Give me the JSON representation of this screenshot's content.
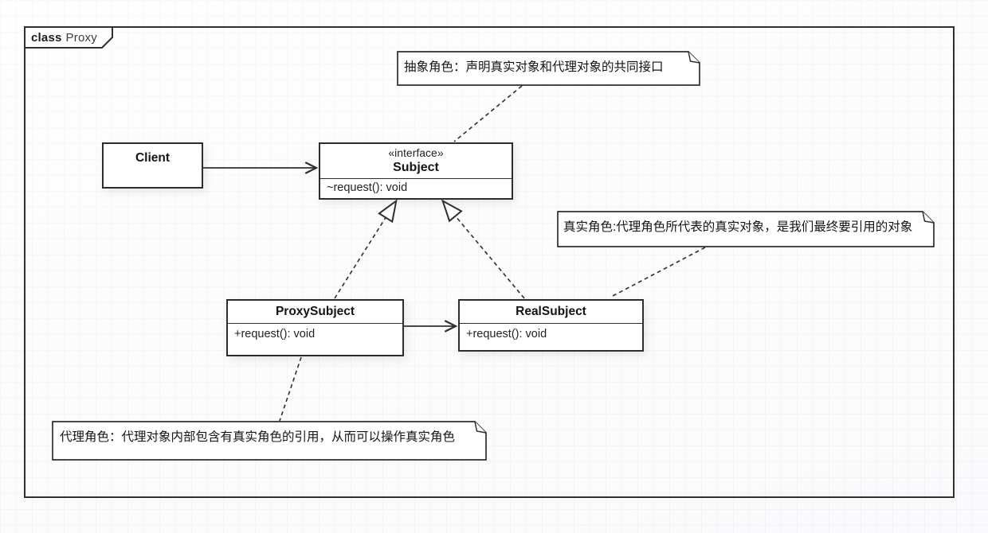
{
  "diagram": {
    "frame_label": {
      "keyword": "class",
      "name": "Proxy"
    }
  },
  "classes": {
    "client": {
      "name": "Client",
      "methods": []
    },
    "subject": {
      "stereotype": "«interface»",
      "name": "Subject",
      "methods": [
        "~request(): void"
      ]
    },
    "proxy_subject": {
      "name": "ProxySubject",
      "methods": [
        "+request(): void"
      ]
    },
    "real_subject": {
      "name": "RealSubject",
      "methods": [
        "+request(): void"
      ]
    }
  },
  "notes": {
    "abstract_role": {
      "text": "抽象角色：声明真实对象和代理对象的共同接口",
      "attached_to": "Subject"
    },
    "real_role": {
      "text": "真实角色:代理角色所代表的真实对象，是我们最终要引用的对象",
      "attached_to": "RealSubject"
    },
    "proxy_role": {
      "text": "代理角色：代理对象内部包含有真实角色的引用，从而可以操作真实角色",
      "attached_to": "ProxySubject"
    }
  },
  "relationships": [
    {
      "from": "Client",
      "to": "Subject",
      "type": "association",
      "style": "solid-open-arrow"
    },
    {
      "from": "ProxySubject",
      "to": "Subject",
      "type": "realization",
      "style": "dashed-hollow-triangle"
    },
    {
      "from": "RealSubject",
      "to": "Subject",
      "type": "realization",
      "style": "dashed-hollow-triangle"
    },
    {
      "from": "ProxySubject",
      "to": "RealSubject",
      "type": "association",
      "style": "solid-open-arrow"
    },
    {
      "from": "note:abstract_role",
      "to": "Subject",
      "type": "note-attachment",
      "style": "dashed"
    },
    {
      "from": "note:real_role",
      "to": "RealSubject",
      "type": "note-attachment",
      "style": "dashed"
    },
    {
      "from": "note:proxy_role",
      "to": "ProxySubject",
      "type": "note-attachment",
      "style": "dashed"
    }
  ],
  "colors": {
    "line": "#2e2e2e",
    "box_fill": "#ffffff",
    "text": "#1c1c1c",
    "background": "#fcfcfd",
    "grid_line": "#f0f1f4"
  }
}
